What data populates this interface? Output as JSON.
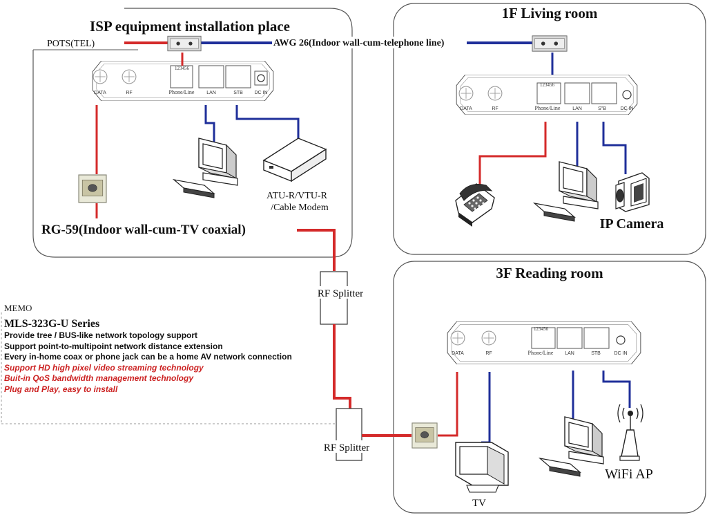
{
  "rooms": {
    "isp": {
      "title": "ISP equipment installation place"
    },
    "living": {
      "title": "1F Living room"
    },
    "reading": {
      "title": "3F Reading room"
    }
  },
  "cables": {
    "pots": "POTS(TEL)",
    "awg": "AWG 26(Indoor wall-cum-telephone line)",
    "rg59": "RG-59(Indoor wall-cum-TV coaxial)"
  },
  "device_ports": {
    "data": "DATA",
    "rf": "RF",
    "phone": "Phone/Line",
    "lan": "LAN",
    "stb": "STB",
    "stb_1f": "S\"B",
    "dcin": "DC IN",
    "pins": "123456"
  },
  "labels": {
    "modem_line1": "ATU-R/VTU-R",
    "modem_line2": "/Cable Modem",
    "ip_camera": "IP Camera",
    "splitter1": "RF Splitter",
    "splitter2": "RF Splitter",
    "wifi_ap": "WiFi AP",
    "tv": "TV"
  },
  "memo": {
    "heading": "MEMO",
    "title": "MLS-323G-U Series",
    "features": [
      "Provide tree / BUS-like network topology support",
      "Support point-to-multipoint network distance extension",
      "Every in-home coax or phone jack can be a home AV network connection"
    ],
    "highlights": [
      "Support HD high pixel video streaming technology",
      "Buit-in QoS bandwidth management technology",
      "Plug and Play, easy to install"
    ]
  },
  "colors": {
    "coax": "#d42a2a",
    "lan": "#1f2f9a",
    "outline": "#333333"
  }
}
